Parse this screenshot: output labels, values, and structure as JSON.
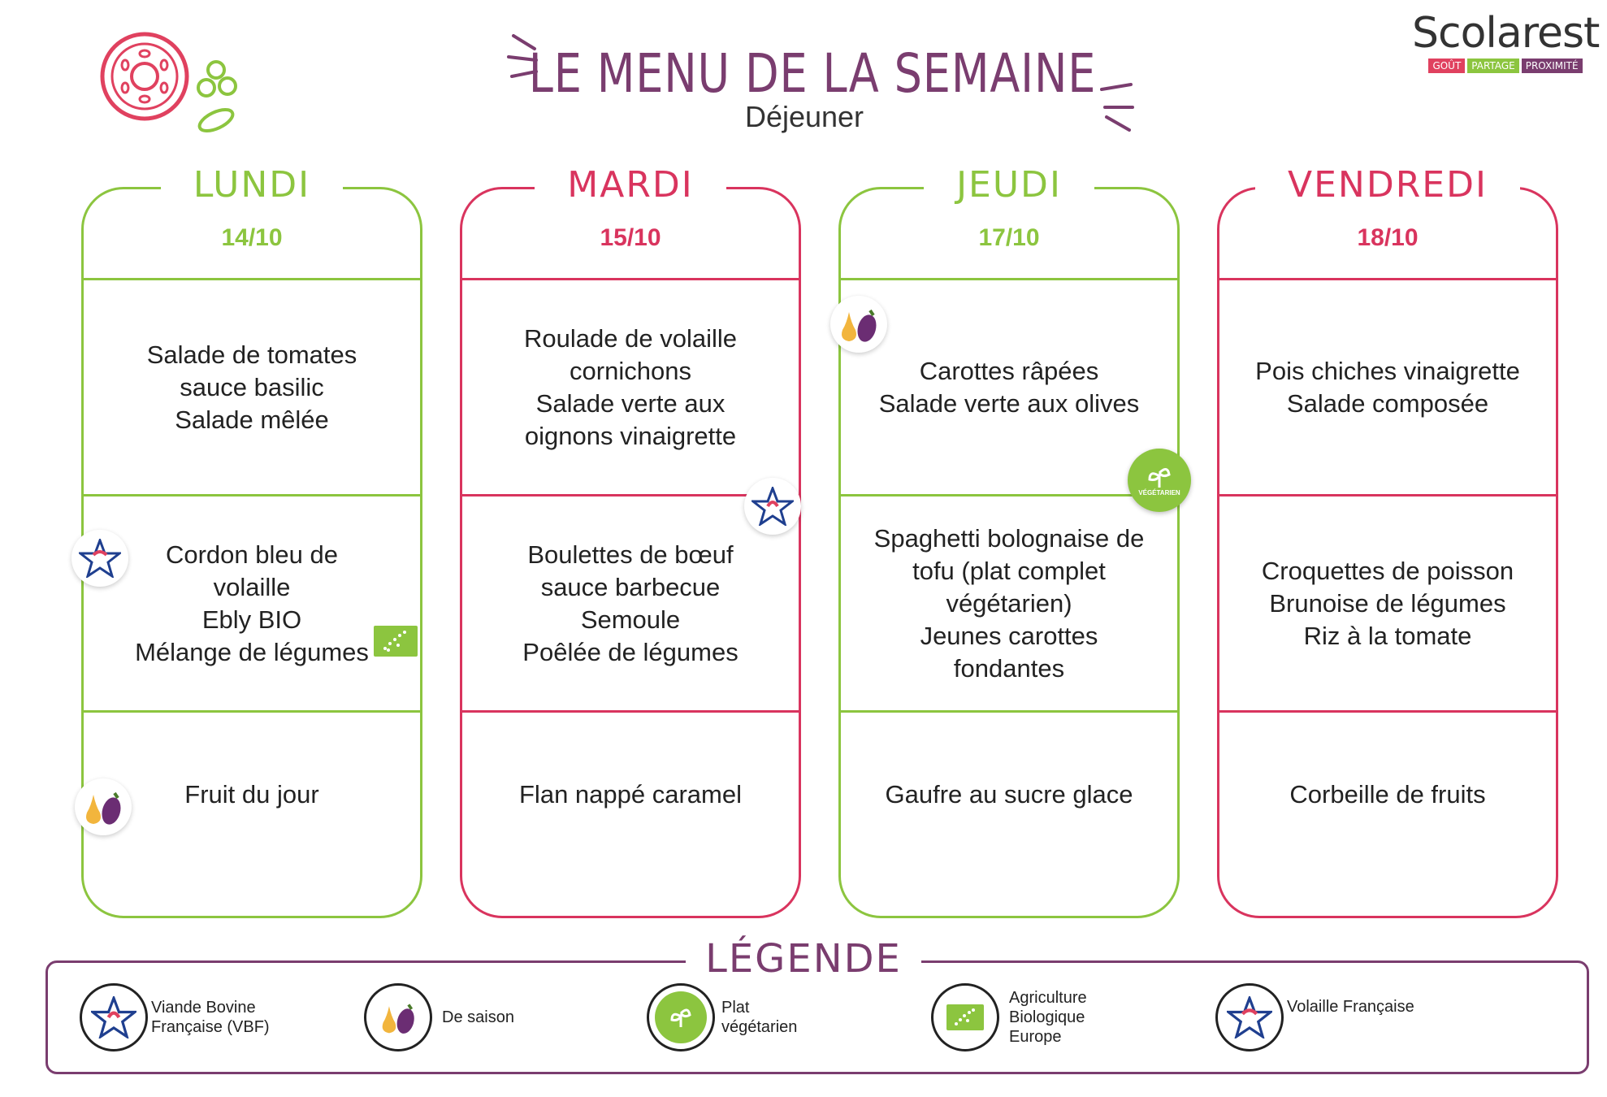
{
  "header": {
    "title": "LE MENU DE LA SEMAINE",
    "subtitle": "Déjeuner"
  },
  "brand": {
    "name": "Scolarest",
    "tags": [
      "GOÛT",
      "PARTAGE",
      "PROXIMITÉ"
    ],
    "tag_colors": [
      "#e0415f",
      "#8cc53f",
      "#7a3d6f"
    ]
  },
  "colors": {
    "green": "#8cc53f",
    "pink": "#d9345e",
    "purple": "#7a3d6f"
  },
  "days": [
    {
      "name": "LUNDI",
      "date": "14/10",
      "color": "green",
      "starter": "Salade de tomates\nsauce basilic\nSalade mêlée",
      "main": "Cordon bleu de\nvolaille\nEbly BIO\nMélange de légumes",
      "dessert": "Fruit du jour"
    },
    {
      "name": "MARDI",
      "date": "15/10",
      "color": "pink",
      "starter": "Roulade de volaille\ncornichons\nSalade verte aux\noignons vinaigrette",
      "main": "Boulettes de bœuf\nsauce barbecue\nSemoule\nPoêlée de légumes",
      "dessert": "Flan nappé caramel"
    },
    {
      "name": "JEUDI",
      "date": "17/10",
      "color": "green",
      "starter": "Carottes râpées\nSalade verte aux olives",
      "main": "Spaghetti bolognaise de\ntofu (plat complet\nvégétarien)\nJeunes carottes\nfondantes",
      "dessert": "Gaufre au sucre glace"
    },
    {
      "name": "VENDREDI",
      "date": "18/10",
      "color": "pink",
      "starter": "Pois chiches vinaigrette\nSalade composée",
      "main": "Croquettes de poisson\nBrunoise de légumes\nRiz à la tomate",
      "dessert": "Corbeille de fruits"
    }
  ],
  "badges": {
    "vegetarian": "VÉGÉTARIEN"
  },
  "legend": {
    "title": "LÉGENDE",
    "items": [
      {
        "icon": "vbf-icon",
        "label": "Viande Bovine\nFrançaise (VBF)"
      },
      {
        "icon": "seasonal-icon",
        "label": "De saison"
      },
      {
        "icon": "vegetarian-icon",
        "label": "Plat\nvégétarien"
      },
      {
        "icon": "organic-eu-icon",
        "label": "Agriculture\nBiologique\nEurope"
      },
      {
        "icon": "poultry-icon",
        "label": "Volaille Française"
      }
    ]
  }
}
